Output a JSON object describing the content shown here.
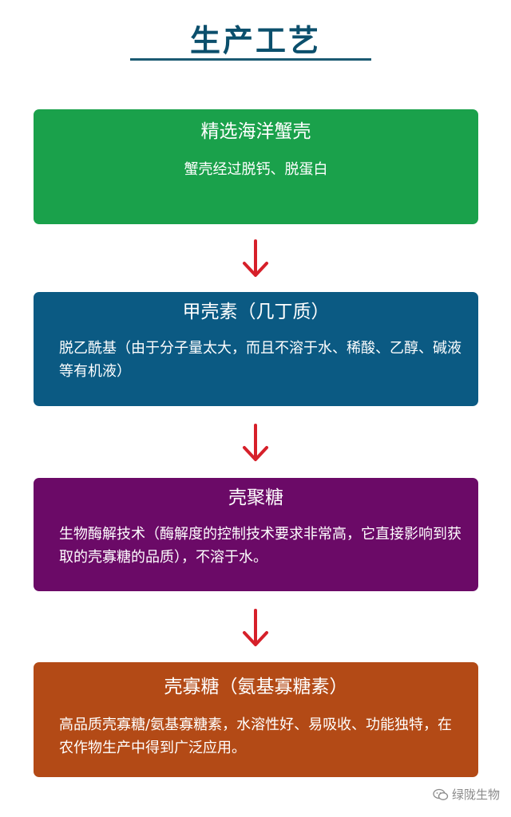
{
  "title": "生产工艺",
  "steps": [
    {
      "title": "精选海洋蟹壳",
      "description": "蟹壳经过脱钙、脱蛋白",
      "color": "#1aa14b"
    },
    {
      "title": "甲壳素（几丁质）",
      "description": "脱乙酰基（由于分子量太大，而且不溶于水、稀酸、乙醇、碱液等有机液）",
      "color": "#0b5a83"
    },
    {
      "title": "壳聚糖",
      "description": "生物酶解技术（酶解度的控制技术要求非常高，它直接影响到获取的壳寡糖的品质），不溶于水。",
      "color": "#6b0a67"
    },
    {
      "title": "壳寡糖（氨基寡糖素）",
      "description": "高品质壳寡糖/氨基寡糖素，水溶性好、易吸收、功能独特，在农作物生产中得到广泛应用。",
      "color": "#b34a16"
    }
  ],
  "arrow_color": "#d6202a",
  "title_color": "#0b4f6c",
  "watermark": {
    "icon": "wechat-icon",
    "text": "绿陇生物"
  }
}
